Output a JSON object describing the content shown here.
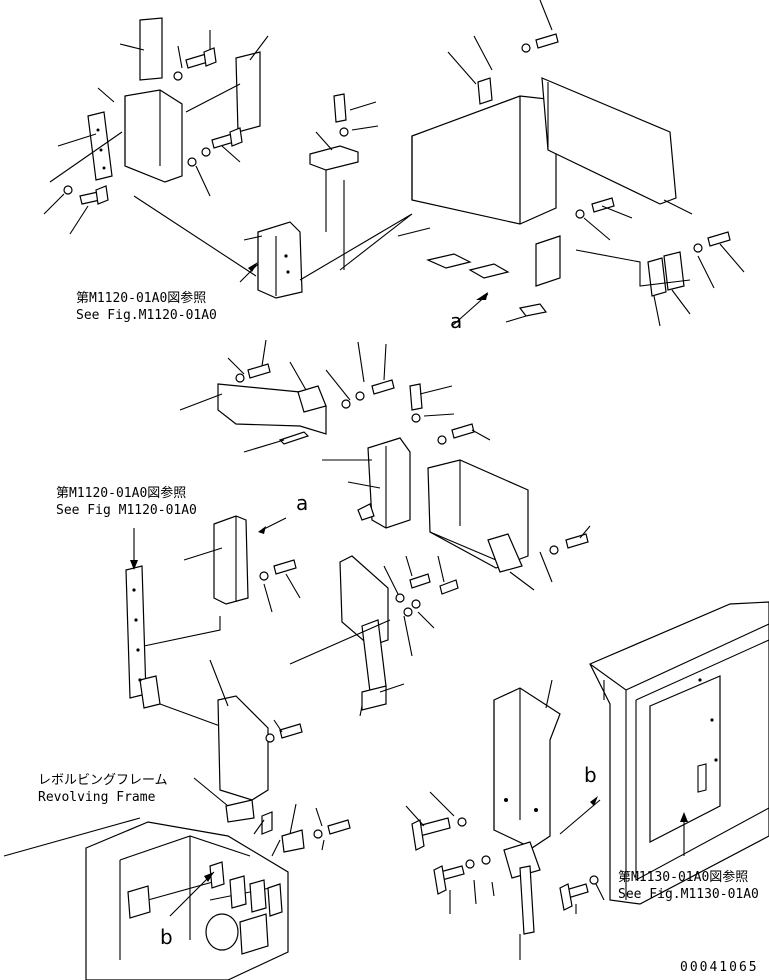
{
  "references": {
    "top_left_jp": "第M1120-01A0図参照",
    "top_left_en": "See Fig.M1120-01A0",
    "mid_left_jp": "第M1120-01A0図参照",
    "mid_left_en": "See Fig M1120-01A0",
    "right_jp": "第M1130-01A0図参照",
    "right_en": "See Fig.M1130-01A0"
  },
  "frame_label": {
    "jp": "レボルビングフレーム",
    "en": "Revolving Frame"
  },
  "callouts": {
    "a_upper": "a",
    "a_lower": "a",
    "b_right": "b",
    "b_lower": "b"
  },
  "drawing_number": "00041065"
}
